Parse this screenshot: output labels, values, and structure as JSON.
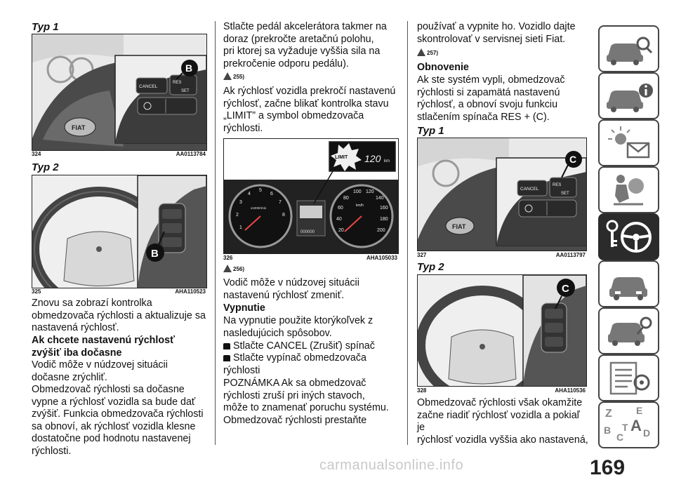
{
  "col1": {
    "typ1": "Typ 1",
    "fig324": {
      "num": "324",
      "code": "AA0113784",
      "callout": "B",
      "button1": "CANCEL",
      "button2": "RES",
      "button3": "SET",
      "logo": "FIAT"
    },
    "typ2": "Typ 2",
    "fig325": {
      "num": "325",
      "code": "AHA110523",
      "callout": "B"
    },
    "p1": [
      "Znovu sa zobrazí kontrolka",
      "obmedzovača rýchlosti a aktualizuje sa",
      "nastavená rýchlosť."
    ],
    "h1": [
      "Ak chcete nastavenú rýchlosť",
      "zvýšiť iba dočasne"
    ],
    "p2": [
      "Vodič môže v núdzovej situácii",
      "dočasne zrýchliť."
    ],
    "p3": [
      "Obmedzovač rýchlosti sa dočasne",
      "vypne a rýchlosť vozidla sa bude dať",
      "zvýšiť. Funkcia obmedzovača rýchlosti",
      "sa obnoví, ak rýchlosť vozidla klesne",
      "dostatočne pod hodnotu nastavenej",
      "rýchlosti."
    ]
  },
  "col2": {
    "p1": [
      "Stlačte pedál akcelerátora takmer na",
      "doraz (prekročte aretačnú polohu,",
      "pri ktorej sa vyžaduje vyššia sila na",
      "prekročenie odporu pedálu)."
    ],
    "note1": "255)",
    "p2": [
      "Ak rýchlosť vozidla prekročí nastavenú",
      "rýchlosť, začne blikať kontrolka stavu",
      "„LIMIT” a symbol obmedzovača",
      "rýchlosti."
    ],
    "fig326": {
      "num": "326",
      "code": "AHA105033",
      "limit_label": "LIMIT",
      "limit_value": "120",
      "limit_unit": "km",
      "speed_unit": "km/h",
      "rpm_label": "x1000r/min",
      "odo": "000000",
      "ticks_rpm": [
        "1",
        "2",
        "3",
        "4",
        "5",
        "6",
        "7",
        "8"
      ],
      "ticks_speed": [
        "20",
        "40",
        "60",
        "80",
        "100",
        "120",
        "140",
        "160",
        "180",
        "200"
      ]
    },
    "note2": "256)",
    "p3": [
      "Vodič môže v núdzovej situácii",
      "nastavenú rýchlosť zmeniť."
    ],
    "h1": "Vypnutie",
    "p4": [
      "Na vypnutie použite ktorýkoľvek z",
      "nasledujúcich spôsobov."
    ],
    "b1": "Stlačte CANCEL (Zrušiť) spínač",
    "b2": "Stlačte vypínač obmedzovača",
    "b2cont": "rýchlosti",
    "p5": [
      "POZNÁMKA Ak sa obmedzovač",
      "rýchlosti zruší pri iných stavoch,",
      "môže to znamenať poruchu systému.",
      "Obmedzovač rýchlosti prestaňte"
    ]
  },
  "col3": {
    "p1": [
      "používať a vypnite ho. Vozidlo dajte",
      "skontrolovať v servisnej sieti Fiat."
    ],
    "note1": "257)",
    "h1": "Obnovenie",
    "p2": [
      "Ak ste systém vypli, obmedzovač",
      "rýchlosti si zapamätá nastavenú",
      "rýchlosť, a obnoví svoju funkciu",
      "stlačením spínača RES + (C)."
    ],
    "typ1": "Typ 1",
    "fig327": {
      "num": "327",
      "code": "AA0113797",
      "callout": "C",
      "button1": "CANCEL",
      "button2": "RES",
      "button3": "SET",
      "logo": "FIAT"
    },
    "typ2": "Typ 2",
    "fig328": {
      "num": "328",
      "code": "AHA110536",
      "callout": "C"
    },
    "p3": [
      "Obmedzovač rýchlosti však okamžite",
      "začne riadiť rýchlosť vozidla a pokiaľ je",
      "rýchlosť vozidla vyššia ako nastavená,"
    ]
  },
  "sidebar": {
    "tabs": [
      {
        "icon": "car-search-icon"
      },
      {
        "icon": "car-info-icon"
      },
      {
        "icon": "warning-lights-icon"
      },
      {
        "icon": "airbag-safety-icon"
      },
      {
        "icon": "key-steering-wheel-icon",
        "active": true
      },
      {
        "icon": "car-emergency-icon"
      },
      {
        "icon": "car-service-icon"
      },
      {
        "icon": "technical-data-icon"
      },
      {
        "icon": "alphabetical-index-icon",
        "letters": [
          "Z",
          "E",
          "B",
          "C",
          "D",
          "A",
          "T"
        ]
      }
    ]
  },
  "page_number": "169",
  "watermark": "carmanualsonline.info"
}
